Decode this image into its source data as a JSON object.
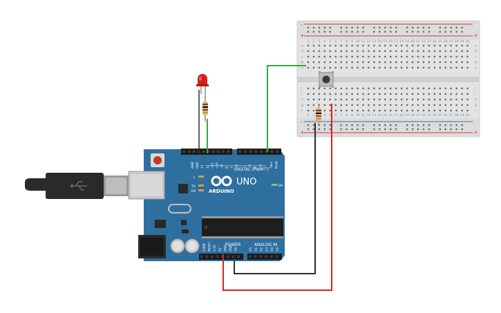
{
  "arduino": {
    "brand": "ARDUINO",
    "model": "UNO",
    "digital_header": "DIGITAL (PWM~)",
    "power_header": "POWER",
    "analog_header": "ANALOG IN",
    "on_label": "ON",
    "l_label": "L",
    "tx_label": "TX",
    "rx_label": "RX",
    "digital_pins": [
      "AREF",
      "GND",
      "13",
      "12",
      "~11",
      "~10",
      "~9",
      "8",
      "7",
      "~6",
      "~5",
      "4",
      "~3",
      "2",
      "TX▸1",
      "RX◂0"
    ],
    "power_pins": [
      "IOREF",
      "RESET",
      "3.3V",
      "5V",
      "GND",
      "GND",
      "Vin"
    ],
    "analog_pins": [
      "A0",
      "A1",
      "A2",
      "A3",
      "A4",
      "A5"
    ]
  },
  "breadboard": {
    "row_letters_top": [
      "a",
      "b",
      "c",
      "d",
      "e"
    ],
    "row_letters_bottom": [
      "f",
      "g",
      "h",
      "i",
      "j"
    ],
    "column_numbers": [
      "1",
      "2",
      "3",
      "4",
      "5",
      "6",
      "7",
      "8",
      "9",
      "10",
      "11",
      "12",
      "13",
      "14",
      "15",
      "16",
      "17",
      "18",
      "19",
      "20",
      "21",
      "22",
      "23",
      "24",
      "25",
      "26",
      "27",
      "28",
      "29",
      "30"
    ],
    "rail_plus": "+",
    "rail_minus": "-"
  },
  "colors": {
    "board": "#2f6f9f",
    "wire_green": "#2faa3a",
    "wire_red": "#e01e1e",
    "wire_black": "#2b2b2b",
    "rail_red": "#d43a3a",
    "rail_blue": "#3b6fb5"
  }
}
